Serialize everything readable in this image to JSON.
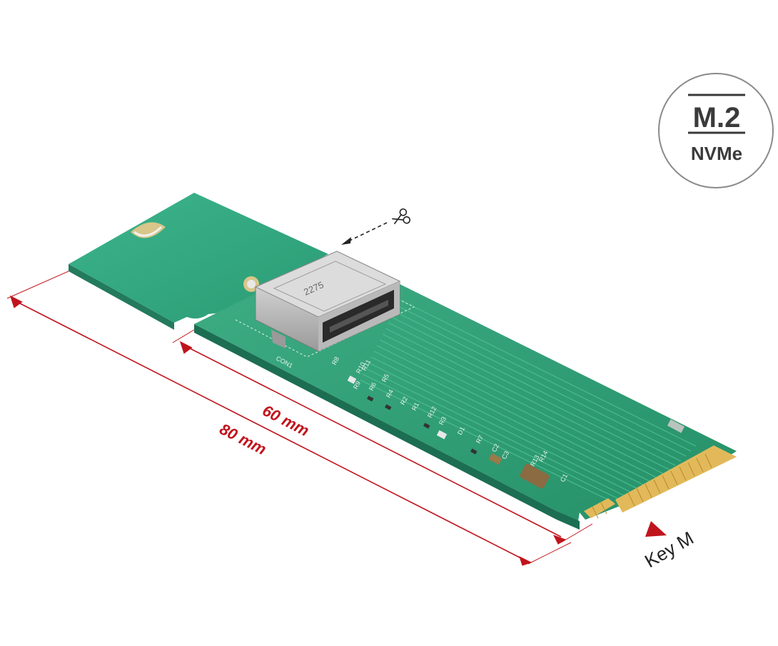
{
  "badge": {
    "line1": "M.2",
    "line2": "NVMe"
  },
  "dimensions": {
    "short_label": "60 mm",
    "long_label": "80 mm",
    "color": "#c0141c"
  },
  "key_label": "Key M",
  "connector_marking": "2275",
  "silkscreen": [
    "CON1",
    "R8",
    "R10",
    "R5",
    "R11",
    "R9",
    "R4",
    "R6",
    "R2",
    "R1",
    "R12",
    "R3",
    "R7",
    "C1",
    "R13",
    "C2",
    "C3",
    "R14",
    "D1"
  ],
  "icons": {
    "cut": "scissors-icon",
    "key_marker": "triangle-marker-icon"
  },
  "colors": {
    "pcb": "#2fa07a",
    "pcb_light": "#45b58a",
    "gold": "#e2b95a",
    "connector": "#c9c9c9"
  }
}
